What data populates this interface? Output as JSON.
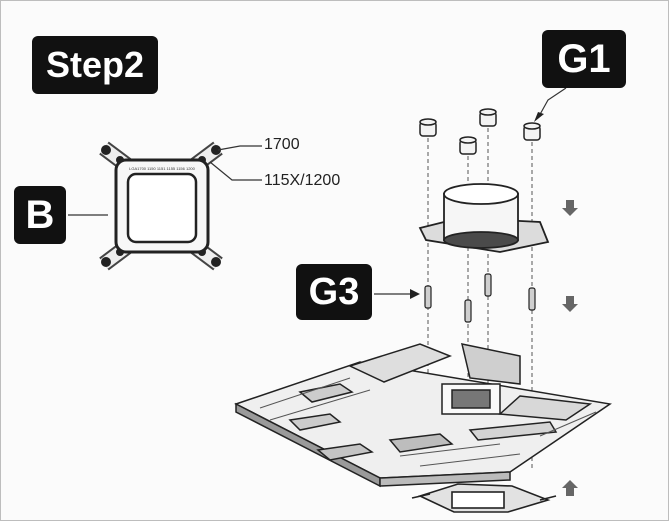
{
  "title": "Step2",
  "labels": {
    "b": "B",
    "g1": "G1",
    "g3": "G3"
  },
  "callouts": {
    "socket_1700": "1700",
    "socket_115x": "115X/1200"
  },
  "backplate_marking": "LGA1700 1150 1151 1155 1156 1200",
  "colors": {
    "ink": "#111111",
    "label_bg": "#111111",
    "label_text": "#ffffff",
    "background": "#ffffff"
  }
}
